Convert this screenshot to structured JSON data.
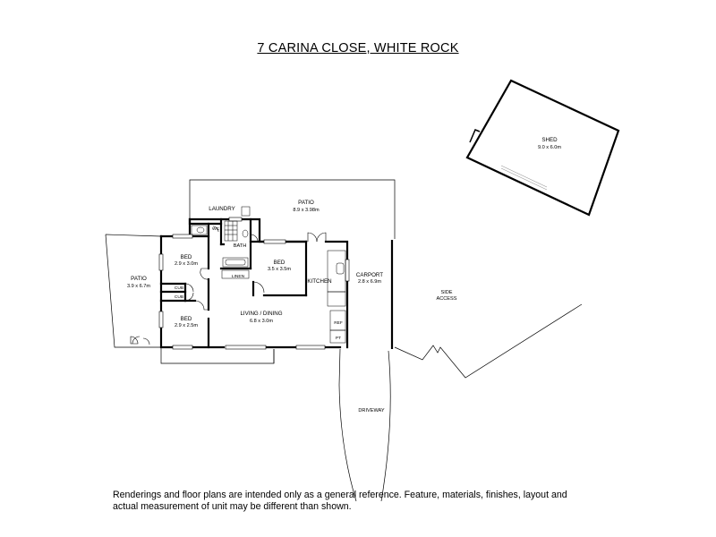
{
  "title": "7 CARINA CLOSE, WHITE ROCK",
  "rooms": {
    "shed": {
      "name": "SHED",
      "size": "9.0 x 6.0m"
    },
    "patio_rear": {
      "name": "PATIO",
      "size": "8.9 x 3.98m"
    },
    "laundry": {
      "name": "LAUNDRY"
    },
    "wc": {
      "name": "WC"
    },
    "bath": {
      "name": "BATH"
    },
    "linen": {
      "name": "LINEN"
    },
    "bed1": {
      "name": "BED",
      "size": "2.9 x 3.0m"
    },
    "bed2": {
      "name": "BED",
      "size": "3.5 x 3.5m"
    },
    "bed3": {
      "name": "BED",
      "size": "2.9 x 2.5m"
    },
    "cub1": {
      "name": "CUB"
    },
    "cub2": {
      "name": "CUB"
    },
    "patio_side": {
      "name": "PATIO",
      "size": "3.9 x 6.7m"
    },
    "living": {
      "name": "LIVING / DINING",
      "size": "6.8 x 3.0m"
    },
    "kitchen": {
      "name": "KITCHEN"
    },
    "ref": {
      "name": "REF"
    },
    "pt": {
      "name": "PT"
    },
    "carport": {
      "name": "CARPORT",
      "size": "2.8 x 6.9m"
    },
    "side_access": {
      "line1": "SIDE",
      "line2": "ACCESS"
    },
    "driveway": {
      "name": "DRIVEWAY"
    }
  },
  "disclaimer": {
    "line1": "Renderings and floor plans are intended only as a general reference. Feature, materials, finishes, layout and",
    "line2": "actual measurement of unit may be different than shown."
  }
}
